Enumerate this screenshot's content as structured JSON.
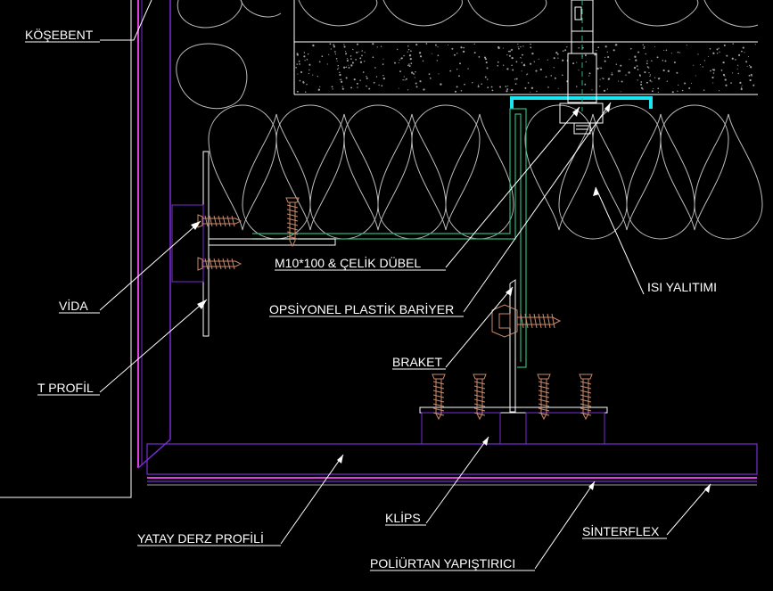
{
  "labels": {
    "kosebent": "KÖŞEBENT",
    "vida": "VİDA",
    "t_profil": "T PROFİL",
    "dubel": "M10*100 & ÇELİK DÜBEL",
    "bariyer": "OPSİYONEL PLASTİK BARİYER",
    "braket": "BRAKET",
    "isi_yalitimi": "ISI YALITIMI",
    "klips": "KLİPS",
    "yatay_derz": "YATAY DERZ PROFİLİ",
    "sinterflex": "SİNTERFLEX",
    "poliurtan": "POLİÜRTAN YAPIŞTIRICI"
  },
  "colors": {
    "background": "#000000",
    "line": "#ffffff",
    "insulation": "#bdbdbd",
    "profile_purple": "#7a2bd6",
    "magenta": "#e040e0",
    "screw": "#c98a6a",
    "barrier_green": "#2fb37a",
    "cyan": "#19e6f0"
  }
}
